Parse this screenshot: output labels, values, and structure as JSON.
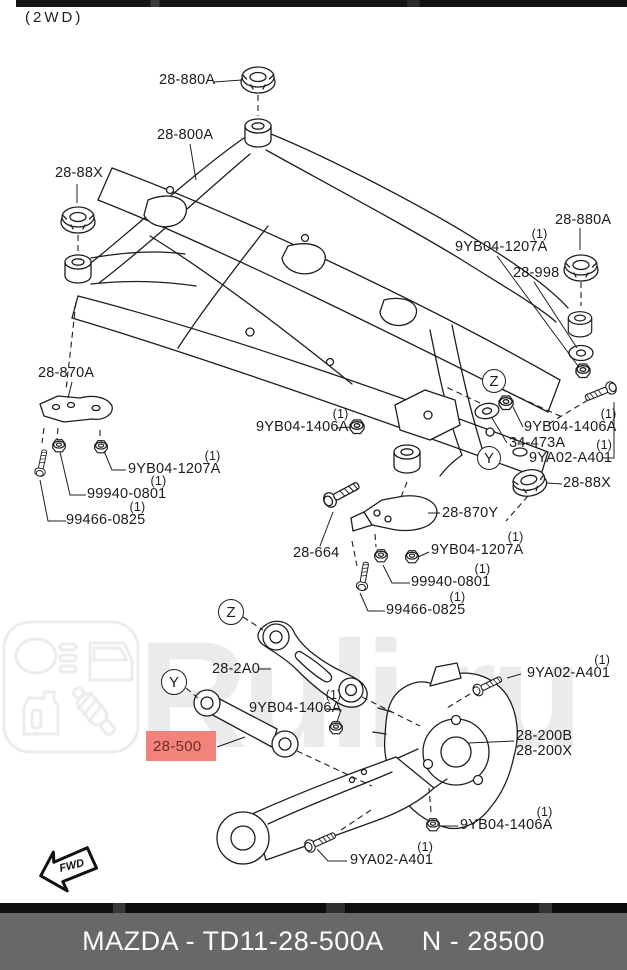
{
  "page": {
    "drive_type": "(2WD)"
  },
  "watermark": {
    "text": "Ruli.ru"
  },
  "fwd_marker": {
    "label": "FWD"
  },
  "highlight": {
    "label": "28-500"
  },
  "view_markers": [
    "Z",
    "Y",
    "Z",
    "Y"
  ],
  "labels": [
    {
      "text": "28-880A"
    },
    {
      "text": "28-800A"
    },
    {
      "text": "28-88X"
    },
    {
      "text": "28-880A"
    },
    {
      "text": "9YB04-1207A",
      "qty": "(1)"
    },
    {
      "text": "28-998"
    },
    {
      "text": "28-870A"
    },
    {
      "text": "9YB04-1406A",
      "qty": "(1)"
    },
    {
      "text": "9YB04-1207A",
      "qty": "(1)"
    },
    {
      "text": "99940-0801",
      "qty": "(1)"
    },
    {
      "text": "99466-0825",
      "qty": "(1)"
    },
    {
      "text": "9YB04-1406A",
      "qty": "(1)"
    },
    {
      "text": "34-473A"
    },
    {
      "text": "9YA02-A401",
      "qty": "(1)"
    },
    {
      "text": "28-88X"
    },
    {
      "text": "28-870Y"
    },
    {
      "text": "28-664"
    },
    {
      "text": "9YB04-1207A",
      "qty": "(1)"
    },
    {
      "text": "99940-0801",
      "qty": "(1)"
    },
    {
      "text": "99466-0825",
      "qty": "(1)"
    },
    {
      "text": "28-2A0"
    },
    {
      "text": "9YB04-1406A",
      "qty": "(1)"
    },
    {
      "text": "9YA02-A401",
      "qty": "(1)"
    },
    {
      "text": "28-200B"
    },
    {
      "text": "28-200X"
    },
    {
      "text": "9YB04-1406A",
      "qty": "(1)"
    },
    {
      "text": "9YA02-A401",
      "qty": "(1)"
    }
  ],
  "footer": {
    "brand_part": "MAZDA - TD11-28-500A",
    "number": "N - 28500"
  }
}
